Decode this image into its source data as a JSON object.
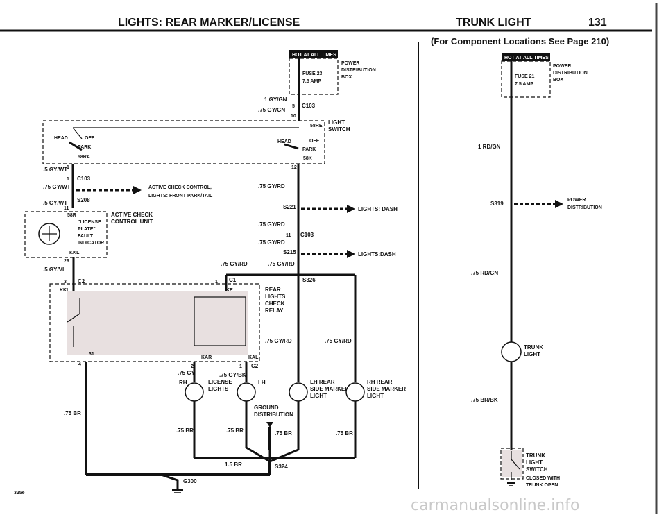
{
  "header": {
    "left_title": "LIGHTS: REAR MARKER/LICENSE",
    "right_title": "TRUNK LIGHT",
    "page_number": "131",
    "locations_note": "(For Component Locations See Page 210)"
  },
  "left": {
    "hot_badge": "HOT AT ALL TIMES",
    "fuse": "FUSE 23",
    "fuse_amp": "7.5 AMP",
    "power_dist": [
      "POWER",
      "DISTRIBUTION",
      "BOX"
    ],
    "w_1gygn": "1 GY/GN",
    "c103_top": "C103",
    "pin5": "5",
    "w_75gygn": ".75 GY/GN",
    "pin10": "10",
    "light_switch": [
      "LIGHT",
      "SWITCH"
    ],
    "s8re": "58RE",
    "head_left": "HEAD",
    "off_left": "OFF",
    "park_left": "PARK",
    "s8ra": "58RA",
    "head_right": "HEAD",
    "off_right": "OFF",
    "park_right": "PARK",
    "s8k": "58K",
    "pin1": "1",
    "pin12": "12",
    "w_5gywt_a": ".5 GY/WT",
    "c103_mid": "C103",
    "pin1b": "1",
    "w_75gywt": ".75 GY/WT",
    "active_check": [
      "ACTIVE CHECK CONTROL,",
      "LIGHTS: FRONT PARK/TAIL"
    ],
    "w_75gyrd_a": ".75 GY/RD",
    "w_5gywt_b": ".5 GY/WT",
    "s208": "S208",
    "pin11": "11",
    "s58r": "58R",
    "s221": "S221",
    "lights_dash_a": "LIGHTS: DASH",
    "license_fault": [
      "\"LICENSE",
      "PLATE\"",
      "FAULT",
      "INDICATOR"
    ],
    "acu": [
      "ACTIVE CHECK",
      "CONTROL UNIT"
    ],
    "w_75gyrd_b": ".75 GY/RD",
    "pin11b": "11",
    "c103_low": "C103",
    "kkl": "KKL",
    "pin29": "29",
    "w_75gyrd_c": ".75 GY/RD",
    "s215": "S215",
    "lights_dash_b": "LIGHTS:DASH",
    "w_5gyvi": ".5 GY/VI",
    "w_75gyrd_d": ".75 GY/RD",
    "w_75gyrd_e": ".75 GY/RD",
    "pin3": "3",
    "c2": "C2",
    "pin1c": "1",
    "c1": "C1",
    "s326": "S326",
    "kkl2": "KKL",
    "ke": "KE",
    "relay": [
      "REAR",
      "LIGHTS",
      "CHECK",
      "RELAY"
    ],
    "w_75gyrd_f": ".75 GY/RD",
    "w_75gyrd_g": ".75 GY/RD",
    "pin31": "31",
    "kar": "KAR",
    "kal": "KAL",
    "pin4": "4",
    "pin2": "2",
    "pin1d": "1",
    "c2b": "C2",
    "w_75gy": ".75 GY",
    "w_75gybk": ".75 GY/BK",
    "rh": "RH",
    "license_lights": [
      "LICENSE",
      "LIGHTS"
    ],
    "lh": "LH",
    "lh_rear": [
      "LH REAR",
      "SIDE MARKER",
      "LIGHT"
    ],
    "rh_rear": [
      "RH REAR",
      "SIDE MARKER",
      "LIGHT"
    ],
    "w_75br_a": ".75 BR",
    "ground_dist": [
      "GROUND",
      "DISTRIBUTION"
    ],
    "w_75br_b": ".75 BR",
    "w_75br_c": ".75 BR",
    "w_75br_d": ".75 BR",
    "w_75br_e": ".75 BR",
    "w_15br": "1.5 BR",
    "s324": "S324",
    "g300": "G300",
    "code": "325e"
  },
  "right": {
    "hot_badge": "HOT AT ALL TIMES",
    "fuse": "FUSE 21",
    "fuse_amp": "7.5 AMP",
    "power_dist": [
      "POWER",
      "DISTRIBUTION",
      "BOX"
    ],
    "w_1rdgn": "1 RD/GN",
    "s319": "S319",
    "power_dist2": [
      "POWER",
      "DISTRIBUTION"
    ],
    "w_75rdgn": ".75 RD/GN",
    "trunk_light": [
      "TRUNK",
      "LIGHT"
    ],
    "w_75brbk": ".75 BR/BK",
    "trunk_switch": [
      "TRUNK",
      "LIGHT",
      "SWITCH"
    ],
    "closed_note": [
      "CLOSED WITH",
      "TRUNK OPEN"
    ]
  },
  "watermark": "carmanualsonline.info"
}
